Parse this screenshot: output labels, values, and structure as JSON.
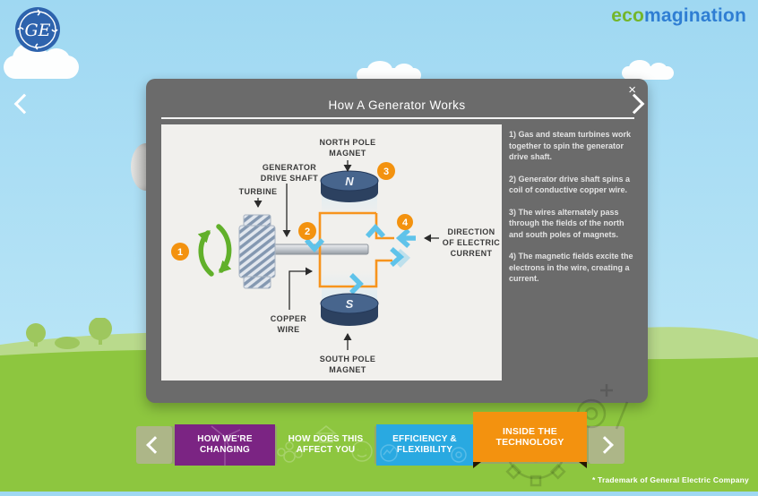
{
  "header": {
    "monogram": "GE",
    "eco": "eco",
    "magination": "magination"
  },
  "modal": {
    "title": "How A Generator Works",
    "close_label": "×",
    "steps": [
      "1) Gas and steam turbines work together to spin the generator drive shaft.",
      "2) Generator drive shaft spins a coil of conductive copper wire.",
      "3) The wires alternately pass through the fields of the north and south poles of magnets.",
      "4) The magnetic fields excite the electrons in the wire, creating a current."
    ],
    "diagram": {
      "labels": {
        "north1": "NORTH POLE",
        "north2": "MAGNET",
        "gen1": "GENERATOR",
        "gen2": "DRIVE SHAFT",
        "turbine": "TURBINE",
        "copper1": "COPPER",
        "copper2": "WIRE",
        "south1": "SOUTH POLE",
        "south2": "MAGNET",
        "dir1": "DIRECTION",
        "dir2": "OF ELECTRIC",
        "dir3": "CURRENT",
        "magnet_n": "N",
        "magnet_s": "S"
      },
      "markers": [
        "1",
        "2",
        "3",
        "4"
      ]
    }
  },
  "nav": {
    "tabs": [
      {
        "line1": "HOW WE'RE",
        "line2": "CHANGING",
        "color": "#7b2483",
        "active": false
      },
      {
        "line1": "HOW DOES THIS",
        "line2": "AFFECT YOU",
        "color": "#8dc63f",
        "active": false
      },
      {
        "line1": "EFFICIENCY &",
        "line2": "FLEXIBILITY",
        "color": "#29a9e1",
        "active": false
      },
      {
        "line1": "INSIDE THE",
        "line2": "TECHNOLOGY",
        "color": "#f3920f",
        "active": true
      }
    ]
  },
  "footer": {
    "trademark": "* Trademark of General Electric Company"
  },
  "colors": {
    "sky": "#a9ddf3",
    "hill_back": "#b9da8c",
    "hill_front": "#8dc63f",
    "modal_gray": "#6b6b6b",
    "panel": "#f1f0ed",
    "accent_orange": "#f3920f",
    "coil_orange": "#f7941d",
    "arrow_blue": "#5fc3ea",
    "arrow_green": "#61b02a",
    "eco_green": "#74b62b",
    "eco_blue": "#2f7ed3",
    "magnet_navy": "#2c4160"
  }
}
